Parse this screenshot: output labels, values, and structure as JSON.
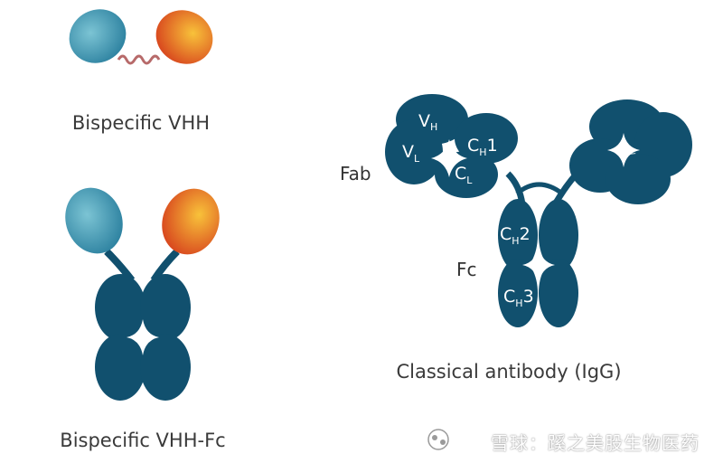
{
  "molecules": {
    "bispecific_vhh": {
      "caption": "Bispecific VHH"
    },
    "bispecific_vhh_fc": {
      "caption": "Bispecific VHH-Fc"
    },
    "igg": {
      "caption": "Classical antibody (IgG)",
      "fab_label": "Fab",
      "fc_label": "Fc",
      "domains": {
        "vh": {
          "base": "V",
          "sub": "H"
        },
        "vl": {
          "base": "V",
          "sub": "L"
        },
        "ch1": {
          "base": "C",
          "sub": "H",
          "suffix": "1"
        },
        "cl": {
          "base": "C",
          "sub": "L"
        },
        "ch2": {
          "base": "C",
          "sub": "H",
          "suffix": "2"
        },
        "ch3": {
          "base": "C",
          "sub": "H",
          "suffix": "3"
        }
      }
    }
  },
  "watermark": {
    "text": "雪球：蹊之美股生物医药"
  },
  "colors": {
    "antibody_blue": "#11506e",
    "vhh_blue_light": "#7cc4d4",
    "vhh_blue_dark": "#2a7f9e",
    "vhh_orange_light": "#f8c23a",
    "vhh_orange_dark": "#d8461e",
    "linker": "#b76a6a"
  },
  "icons": {
    "watermark_logo": "snowball-logo-icon"
  }
}
